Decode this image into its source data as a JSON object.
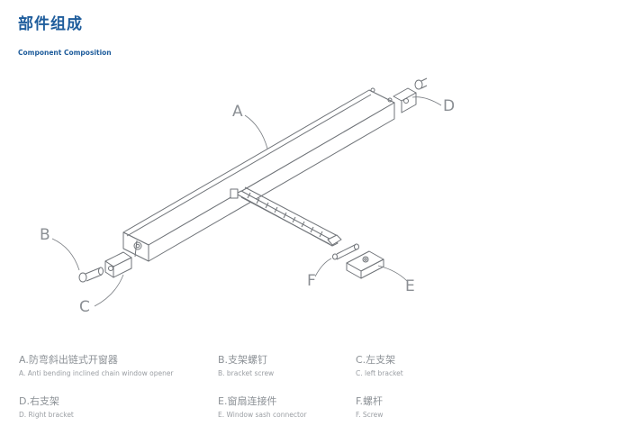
{
  "header": {
    "title_cn": "部件组成",
    "title_en": "Component Composition"
  },
  "diagram": {
    "labels": {
      "a": "A",
      "b": "B",
      "c": "C",
      "d": "D",
      "e": "E",
      "f": "F"
    }
  },
  "legend": {
    "a": {
      "cn": "A.防弯斜出链式开窗器",
      "en": "A. Anti bending inclined chain window opener"
    },
    "b": {
      "cn": "B.支架螺钉",
      "en": "B. bracket screw"
    },
    "c": {
      "cn": "C.左支架",
      "en": "C. left bracket"
    },
    "d": {
      "cn": "D.右支架",
      "en": "D. Right bracket"
    },
    "e": {
      "cn": "E.窗扇连接件",
      "en": "E. Window sash connector"
    },
    "f": {
      "cn": "F.螺杆",
      "en": "F. Screw"
    }
  },
  "colors": {
    "accent": "#1f5d9c",
    "line": "#6f7378",
    "text_gray": "#8c9196"
  }
}
